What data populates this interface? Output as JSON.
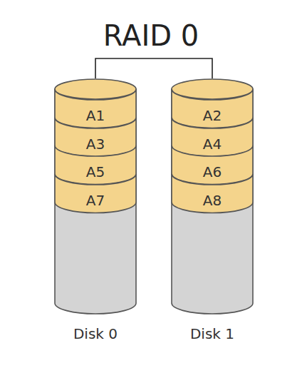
{
  "diagram": {
    "title": "RAID 0",
    "nodes": [
      {
        "text": [
          "Disk 0"
        ]
      },
      {
        "text": [
          "A1"
        ],
        "in": 0
      },
      {
        "text": [
          "A3"
        ],
        "in": 0
      },
      {
        "text": [
          "A5"
        ],
        "in": 0
      },
      {
        "text": [
          "A7"
        ],
        "in": 0
      },
      {
        "text": [
          "Disk 1"
        ]
      },
      {
        "text": [
          "A2"
        ],
        "in": 5
      },
      {
        "text": [
          "A4"
        ],
        "in": 5
      },
      {
        "text": [
          "A6"
        ],
        "in": 5
      },
      {
        "text": [
          "A8"
        ],
        "in": 5
      }
    ],
    "edges": [
      {
        "from": 0,
        "to": 5,
        "arrow": "none"
      }
    ]
  }
}
